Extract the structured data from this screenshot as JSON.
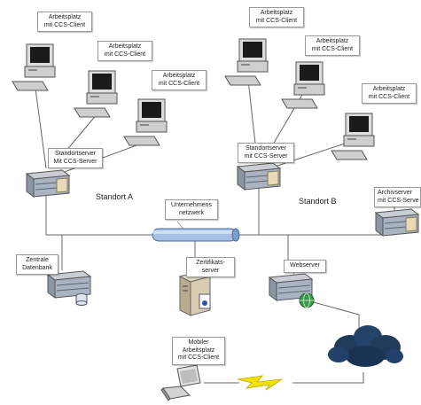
{
  "labels": {
    "ws1": [
      "Arbeitsplatz",
      "mit CCS-Client"
    ],
    "ws2": [
      "Arbeitsplatz",
      "mit CCS-Client"
    ],
    "ws3": [
      "Arbeitsplatz",
      "mit CCS-Client"
    ],
    "ws4": [
      "Arbeitsplatz",
      "mit CCS-Client"
    ],
    "ws5": [
      "Arbeitsplatz",
      "mit CCS-Client"
    ],
    "ws6": [
      "Arbeitsplatz",
      "mit CCS-Client"
    ],
    "srvA": [
      "Standortserver",
      "Mit CCS-Server"
    ],
    "srvB": [
      "Standortserver",
      "mit CCS-Server"
    ],
    "archive": [
      "Archivserver",
      "mit CCS-Serve"
    ],
    "network": [
      "Unternehmens",
      "netzwerk"
    ],
    "db": [
      "Zentrale",
      "Datenbank"
    ],
    "cert": [
      "Zertifikats-",
      "server"
    ],
    "web": [
      "Webserver"
    ],
    "mobile": [
      "Mobiler",
      "Arbeitsplatz",
      "mit CCS-Client"
    ]
  },
  "sites": {
    "a": "Standort A",
    "b": "Standort B"
  },
  "colors": {
    "line": "#555555",
    "pipe": "#9fb8de",
    "cloud": "#1f3a5a",
    "bolt": "#f2e200"
  }
}
